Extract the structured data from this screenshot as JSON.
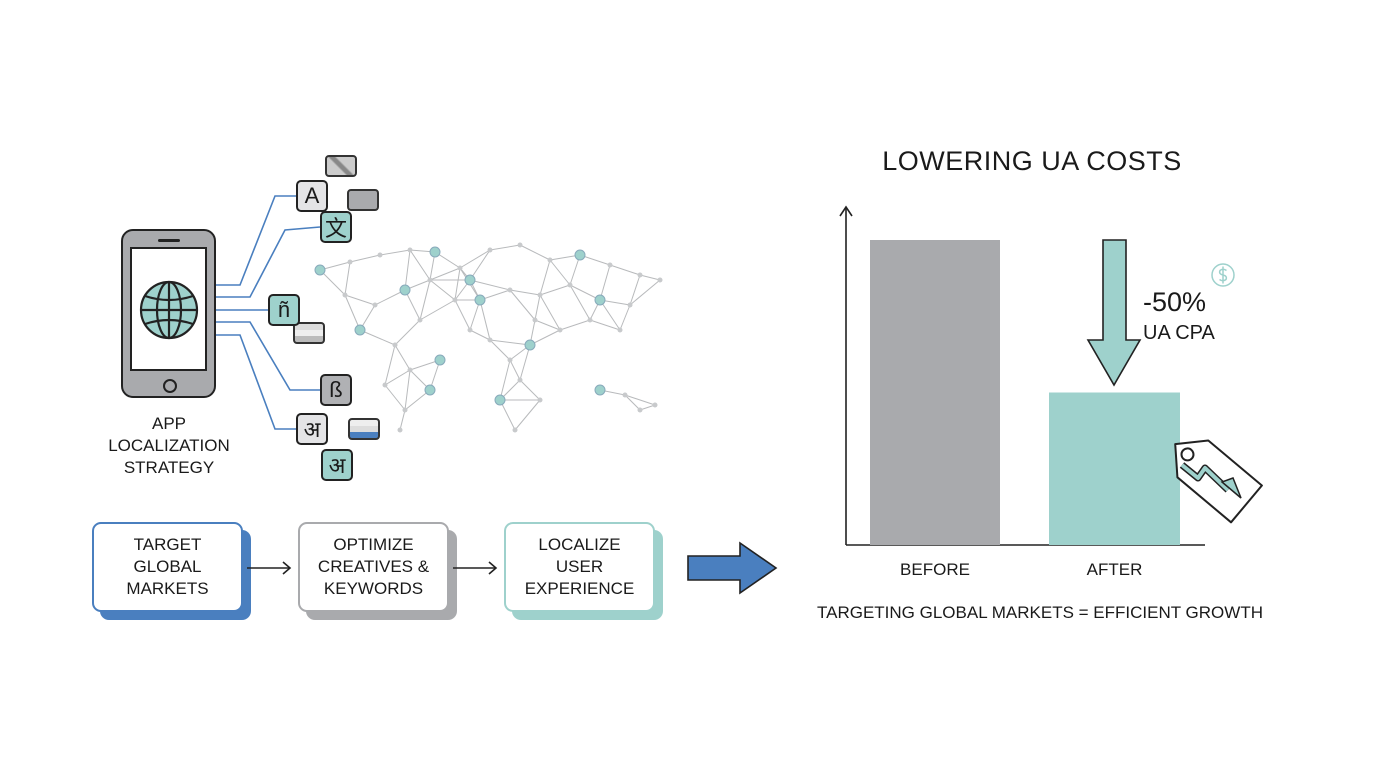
{
  "left": {
    "phone_label": [
      "APP",
      "LOCALIZATION",
      "STRATEGY"
    ],
    "tiles": [
      {
        "glyph": "A",
        "style": "gray"
      },
      {
        "glyph": "文",
        "style": "teal"
      },
      {
        "glyph": "ñ",
        "style": "teal"
      },
      {
        "glyph": "ß",
        "style": "dark"
      },
      {
        "glyph": "अ",
        "style": "gray"
      },
      {
        "glyph": "अ",
        "style": "teal"
      }
    ],
    "icons": [
      "smartphone-icon",
      "globe-icon",
      "world-map-network",
      "flag-icon"
    ]
  },
  "steps": [
    {
      "lines": [
        "TARGET",
        "GLOBAL",
        "MARKETS"
      ],
      "accent": "#4a7fbf"
    },
    {
      "lines": [
        "OPTIMIZE",
        "CREATIVES &",
        "KEYWORDS"
      ],
      "accent": "#a9aaad"
    },
    {
      "lines": [
        "LOCALIZE",
        "USER",
        "EXPERIENCE"
      ],
      "accent": "#9ed1cc"
    }
  ],
  "colors": {
    "blue": "#4a7fbf",
    "teal": "#9ed1cc",
    "gray": "#a9aaad"
  },
  "chart_data": {
    "type": "bar",
    "title": "LOWERING UA COSTS",
    "categories": [
      "BEFORE",
      "AFTER"
    ],
    "values": [
      100,
      50
    ],
    "colors": [
      "#a9aaad",
      "#9ed1cc"
    ],
    "ylim": [
      0,
      110
    ],
    "annotation": {
      "value": "-50%",
      "label": "UA CPA"
    },
    "caption": "TARGETING GLOBAL MARKETS = EFFICIENT GROWTH"
  }
}
